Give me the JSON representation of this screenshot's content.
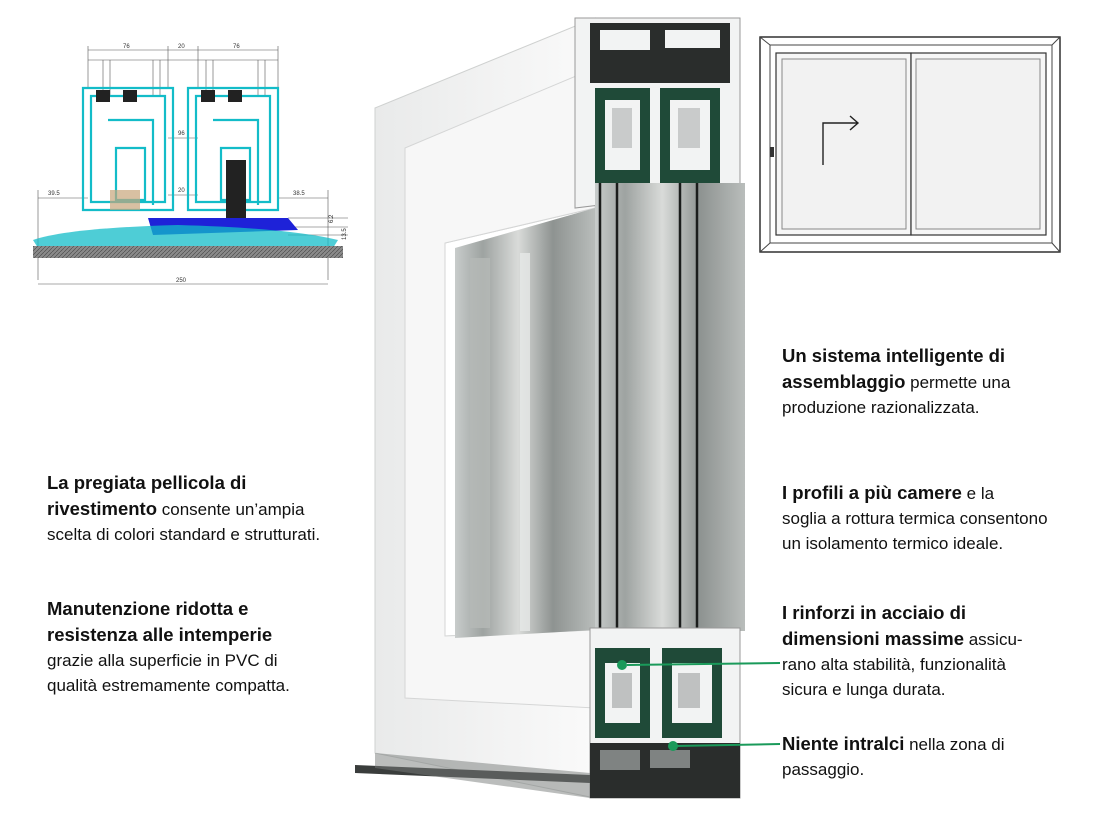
{
  "drawing": {
    "dims": [
      "76",
      "20",
      "76",
      "96",
      "39.5",
      "20",
      "38.5",
      "6.2",
      "13.5",
      "250"
    ]
  },
  "callouts": {
    "assembly": {
      "bold1": "Un sistema intelligente di",
      "bold2": "assemblaggio",
      "rest": " permette una",
      "line3": "produzione razionalizzata."
    },
    "profiles": {
      "bold": "I profili a più camere",
      "rest": " e la",
      "line2": "soglia a rottura termica consentono",
      "line3": "un isolamento termico ideale."
    },
    "reinforcement": {
      "bold1": "I rinforzi in acciaio di",
      "bold2": "dimensioni massime",
      "rest": " assicu-",
      "line3": "rano alta stabilità, funzionalità",
      "line4": "sicura e lunga durata."
    },
    "threshold": {
      "bold": "Niente intralci",
      "rest": " nella zona di",
      "line2": "passaggio."
    },
    "coating": {
      "bold1": "La pregiata pellicola di",
      "bold2": "rivestimento",
      "rest": " consente un’ampia",
      "line3": "scelta di colori standard e strutturati."
    },
    "maintenance": {
      "bold1": "Manutenzione ridotta e",
      "bold2": "resistenza alle intemperie",
      "line3": "grazie alla superficie in PVC di",
      "line4": "qualità estremamente compatta."
    }
  },
  "colors": {
    "callout_line": "#1a9a5a",
    "profile_cyan": "#13bcc8",
    "seal_blue": "#1e22d8",
    "frame_white": "#f4f5f5"
  }
}
